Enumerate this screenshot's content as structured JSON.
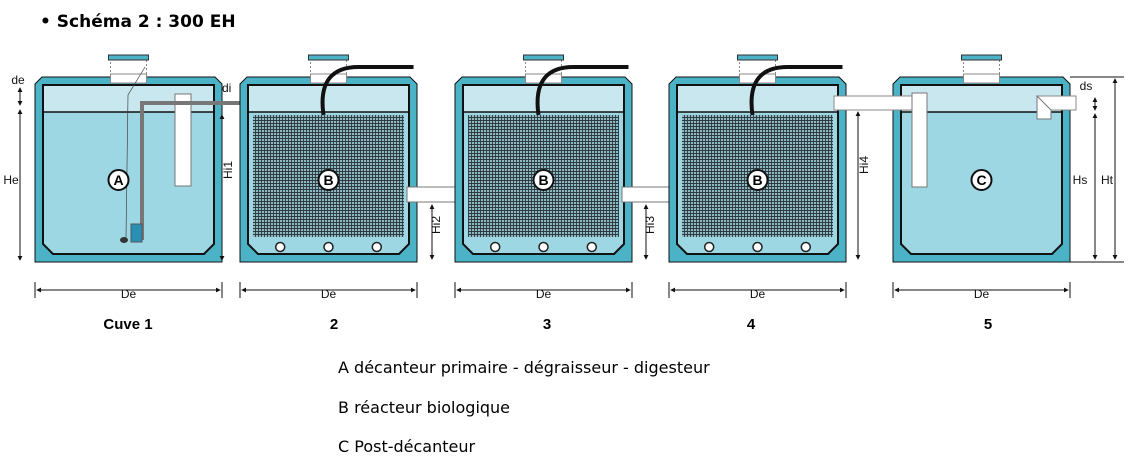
{
  "title": "• Schéma 2 : 300 EH",
  "tanks": [
    {
      "caption": "Cuve 1",
      "letter": "A",
      "type": "primary"
    },
    {
      "caption": "2",
      "letter": "B",
      "type": "reactor"
    },
    {
      "caption": "3",
      "letter": "B",
      "type": "reactor"
    },
    {
      "caption": "4",
      "letter": "B",
      "type": "reactor"
    },
    {
      "caption": "5",
      "letter": "C",
      "type": "settler"
    }
  ],
  "dimensions": {
    "de": "de",
    "di": "di",
    "He": "He",
    "De": "De",
    "Hi1": "Hi1",
    "Hi2": "Hi2",
    "Hi3": "Hi3",
    "Hi4": "Hi4",
    "ds": "ds",
    "Hs": "Hs",
    "Ht": "Ht"
  },
  "legend": [
    "A décanteur primaire - dégraisseur - digesteur",
    "B réacteur biologique",
    "C Post-décanteur"
  ],
  "colors": {
    "shell": "#4cb2c6",
    "water": "#9dd7e3",
    "air": "#c9e7ef",
    "outline": "#111111"
  }
}
